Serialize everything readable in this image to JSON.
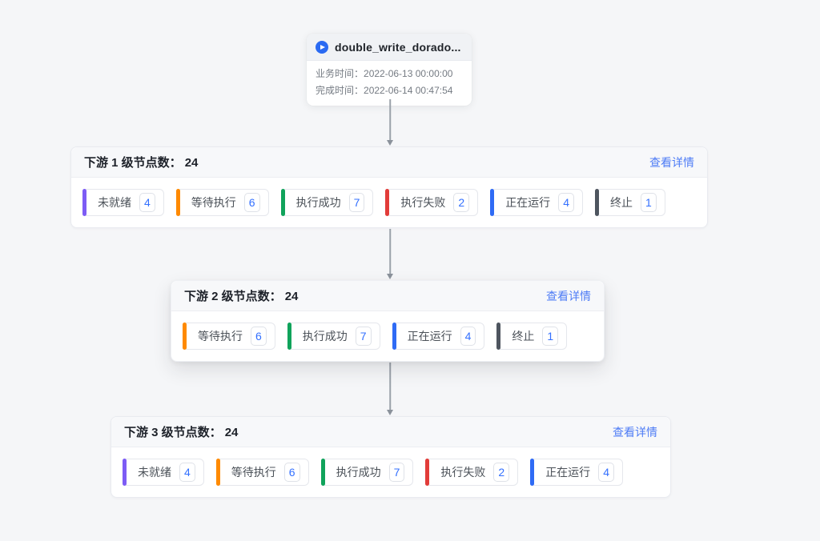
{
  "root_card": {
    "title": "double_write_dorado...",
    "info_rows": [
      {
        "label": "业务时间：",
        "value": "2022-06-13 00:00:00"
      },
      {
        "label": "完成时间：",
        "value": "2022-06-14 00:47:54"
      }
    ]
  },
  "panels": [
    {
      "title": "下游 1 级节点数：",
      "count": "24",
      "details_label": "查看详情",
      "badges": [
        {
          "label": "未就绪",
          "count": "4",
          "color": "#7d5cf5"
        },
        {
          "label": "等待执行",
          "count": "6",
          "color": "#ff8a00"
        },
        {
          "label": "执行成功",
          "count": "7",
          "color": "#10a35b"
        },
        {
          "label": "执行失败",
          "count": "2",
          "color": "#e23c39"
        },
        {
          "label": "正在运行",
          "count": "4",
          "color": "#2f6bf5"
        },
        {
          "label": "终止",
          "count": "1",
          "color": "#4e555f"
        }
      ]
    },
    {
      "title": "下游 2 级节点数：",
      "count": "24",
      "details_label": "查看详情",
      "badges": [
        {
          "label": "等待执行",
          "count": "6",
          "color": "#ff8a00"
        },
        {
          "label": "执行成功",
          "count": "7",
          "color": "#10a35b"
        },
        {
          "label": "正在运行",
          "count": "4",
          "color": "#2f6bf5"
        },
        {
          "label": "终止",
          "count": "1",
          "color": "#4e555f"
        }
      ]
    },
    {
      "title": "下游 3 级节点数：",
      "count": "24",
      "details_label": "查看详情",
      "badges": [
        {
          "label": "未就绪",
          "count": "4",
          "color": "#7d5cf5"
        },
        {
          "label": "等待执行",
          "count": "6",
          "color": "#ff8a00"
        },
        {
          "label": "执行成功",
          "count": "7",
          "color": "#10a35b"
        },
        {
          "label": "执行失败",
          "count": "2",
          "color": "#e23c39"
        },
        {
          "label": "正在运行",
          "count": "4",
          "color": "#2f6bf5"
        }
      ]
    }
  ],
  "colors": {
    "link_blue": "#4e7cf6",
    "count_blue": "#3370ff",
    "arrow_gray": "#8b929b"
  }
}
